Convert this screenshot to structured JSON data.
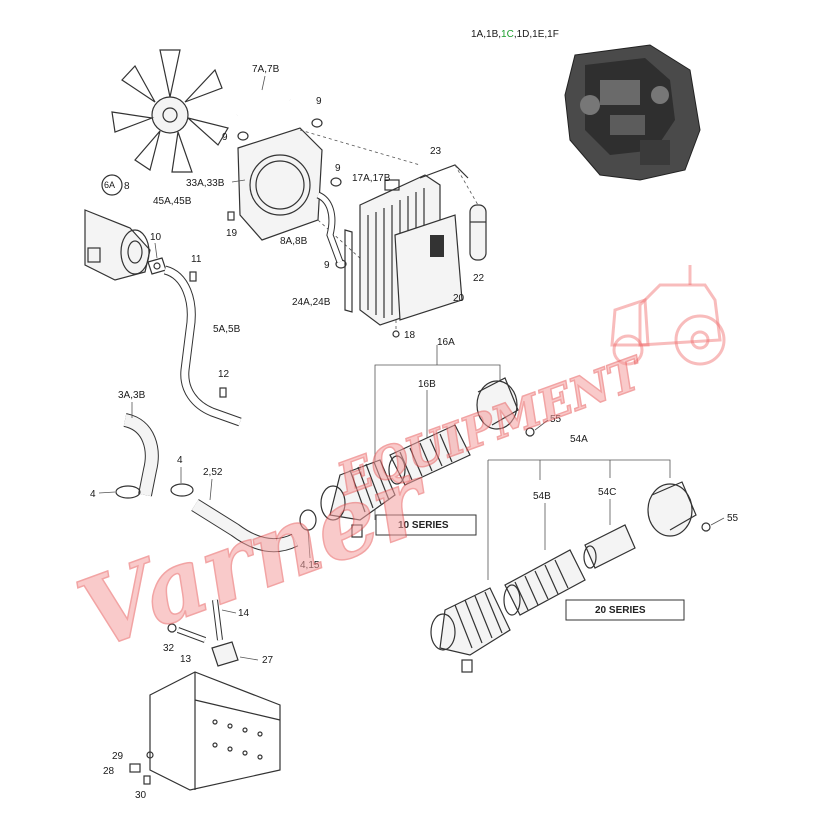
{
  "engine_label": {
    "pre": "1A,1B,",
    "hl": "1C",
    "post": ",1D,1E,1F",
    "hl_color": "#1b9e2c"
  },
  "callouts": {
    "c7": "7A,7B",
    "c9a": "9",
    "c9b": "9",
    "c9c": "9",
    "c9d": "9",
    "c23": "23",
    "c17": "17A,17B",
    "c33": "33A,33B",
    "c45": "45A,45B",
    "c6": "8",
    "c6badge": "6A",
    "c19": "19",
    "c8": "8A,8B",
    "c10": "10",
    "c11": "11",
    "c22": "22",
    "c24": "24A,24B",
    "c20": "20",
    "c18": "18",
    "c16a": "16A",
    "c16b": "16B",
    "c5": "5A,5B",
    "c12": "12",
    "c3": "3A,3B",
    "c55a": "55",
    "c54a": "54A",
    "c54b": "54B",
    "c54c": "54C",
    "c55b": "55",
    "c4a": "4",
    "c4b": "4",
    "c252": "2,52",
    "c415": "4,15",
    "c14": "14",
    "c32": "32",
    "c13": "13",
    "c27": "27",
    "c29": "29",
    "c28": "28",
    "c30": "30"
  },
  "series": {
    "ten": "10 SERIES",
    "twenty": "20 SERIES"
  },
  "watermark": {
    "brand_a": "Varner",
    "brand_b": "EQUIPMENT",
    "color": "#f06a6a"
  }
}
